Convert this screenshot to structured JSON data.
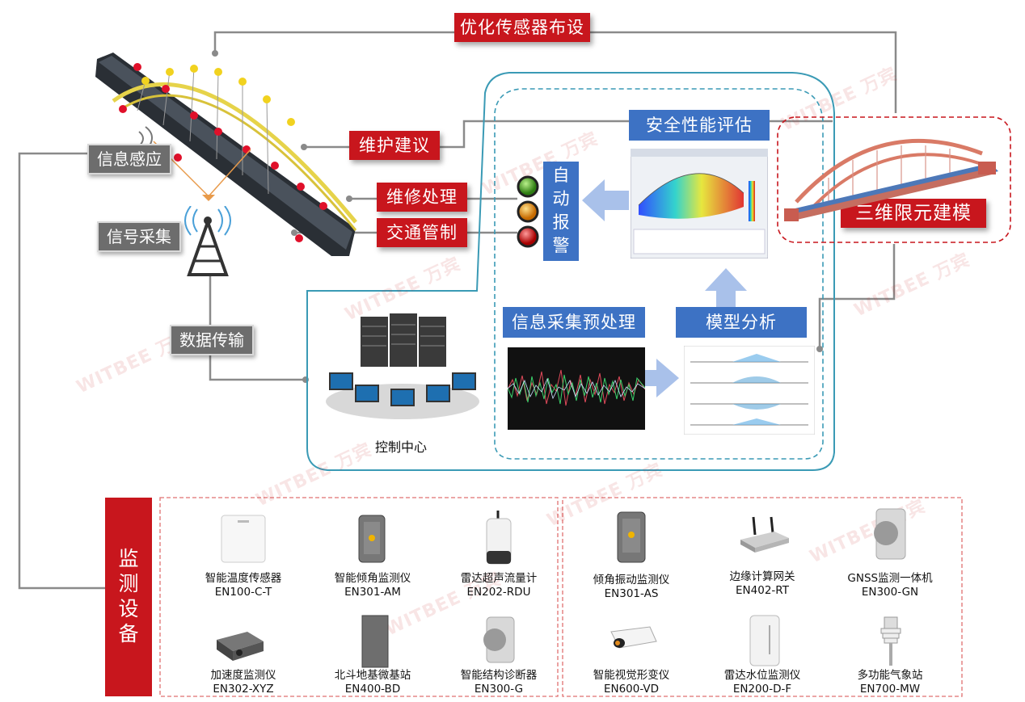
{
  "labels": {
    "optimize": "优化传感器布设",
    "maintenance_advice": "维护建议",
    "repair": "维修处理",
    "traffic": "交通管制",
    "safety_eval": "安全性能评估",
    "fem": "三维限元建模",
    "auto_alarm": [
      "自",
      "动",
      "报",
      "警"
    ],
    "sensing": "信息感应",
    "signal": "信号采集",
    "transmission": "数据传输",
    "preprocess": "信息采集预处理",
    "model_analysis": "模型分析",
    "control_center": "控制中心",
    "monitoring": [
      "监",
      "测",
      "设",
      "备"
    ]
  },
  "watermark": "WITBEE 万宾",
  "devices_left": [
    {
      "name": "智能温度传感器",
      "model": "EN100-C-T"
    },
    {
      "name": "智能倾角监测仪",
      "model": "EN301-AM"
    },
    {
      "name": "雷达超声流量计",
      "model": "EN202-RDU"
    },
    {
      "name": "加速度监测仪",
      "model": "EN302-XYZ"
    },
    {
      "name": "北斗地基微基站",
      "model": "EN400-BD"
    },
    {
      "name": "智能结构诊断器",
      "model": "EN300-G"
    }
  ],
  "devices_right": [
    {
      "name": "倾角振动监测仪",
      "model": "EN301-AS"
    },
    {
      "name": "边缘计算网关",
      "model": "EN402-RT"
    },
    {
      "name": "GNSS监测一体机",
      "model": "EN300-GN"
    },
    {
      "name": "智能视觉形变仪",
      "model": "EN600-VD"
    },
    {
      "name": "雷达水位监测仪",
      "model": "EN200-D-F"
    },
    {
      "name": "多功能气象站",
      "model": "EN700-MW"
    }
  ],
  "colors": {
    "red": "#c8161d",
    "blue": "#3d72c4",
    "gray": "#6d6d6d",
    "teal": "#3a9ab5"
  }
}
